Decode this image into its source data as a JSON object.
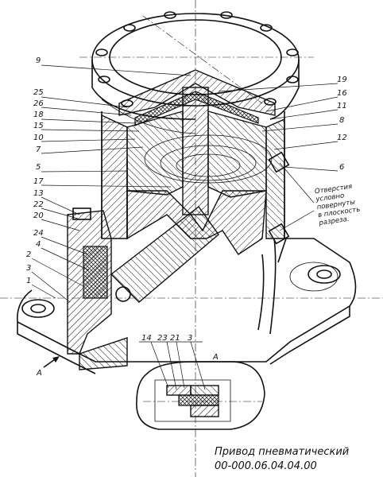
{
  "callouts": {
    "c9": "9",
    "c25": "25",
    "c26": "26",
    "c18": "18",
    "c15": "15",
    "c10": "10",
    "c7": "7",
    "c5": "5",
    "c17": "17",
    "c13": "13",
    "c22": "22",
    "c20": "20",
    "c24": "24",
    "c4": "4",
    "c2": "2",
    "c3": "3",
    "c1": "1",
    "c19": "19",
    "c16": "16",
    "c11": "11",
    "c8": "8",
    "c12": "12",
    "c6": "6"
  },
  "note_lines": [
    "Отверстия",
    "условно",
    "повернуты",
    "в плоскость",
    "разреза."
  ],
  "detail": {
    "label": "А",
    "c14": "14",
    "c23": "23",
    "c21": "21",
    "c3": "3"
  },
  "view_arrow_label": "А",
  "title_block": {
    "name": "Привод пневматический",
    "code": "00-000.06.04.04.00"
  }
}
